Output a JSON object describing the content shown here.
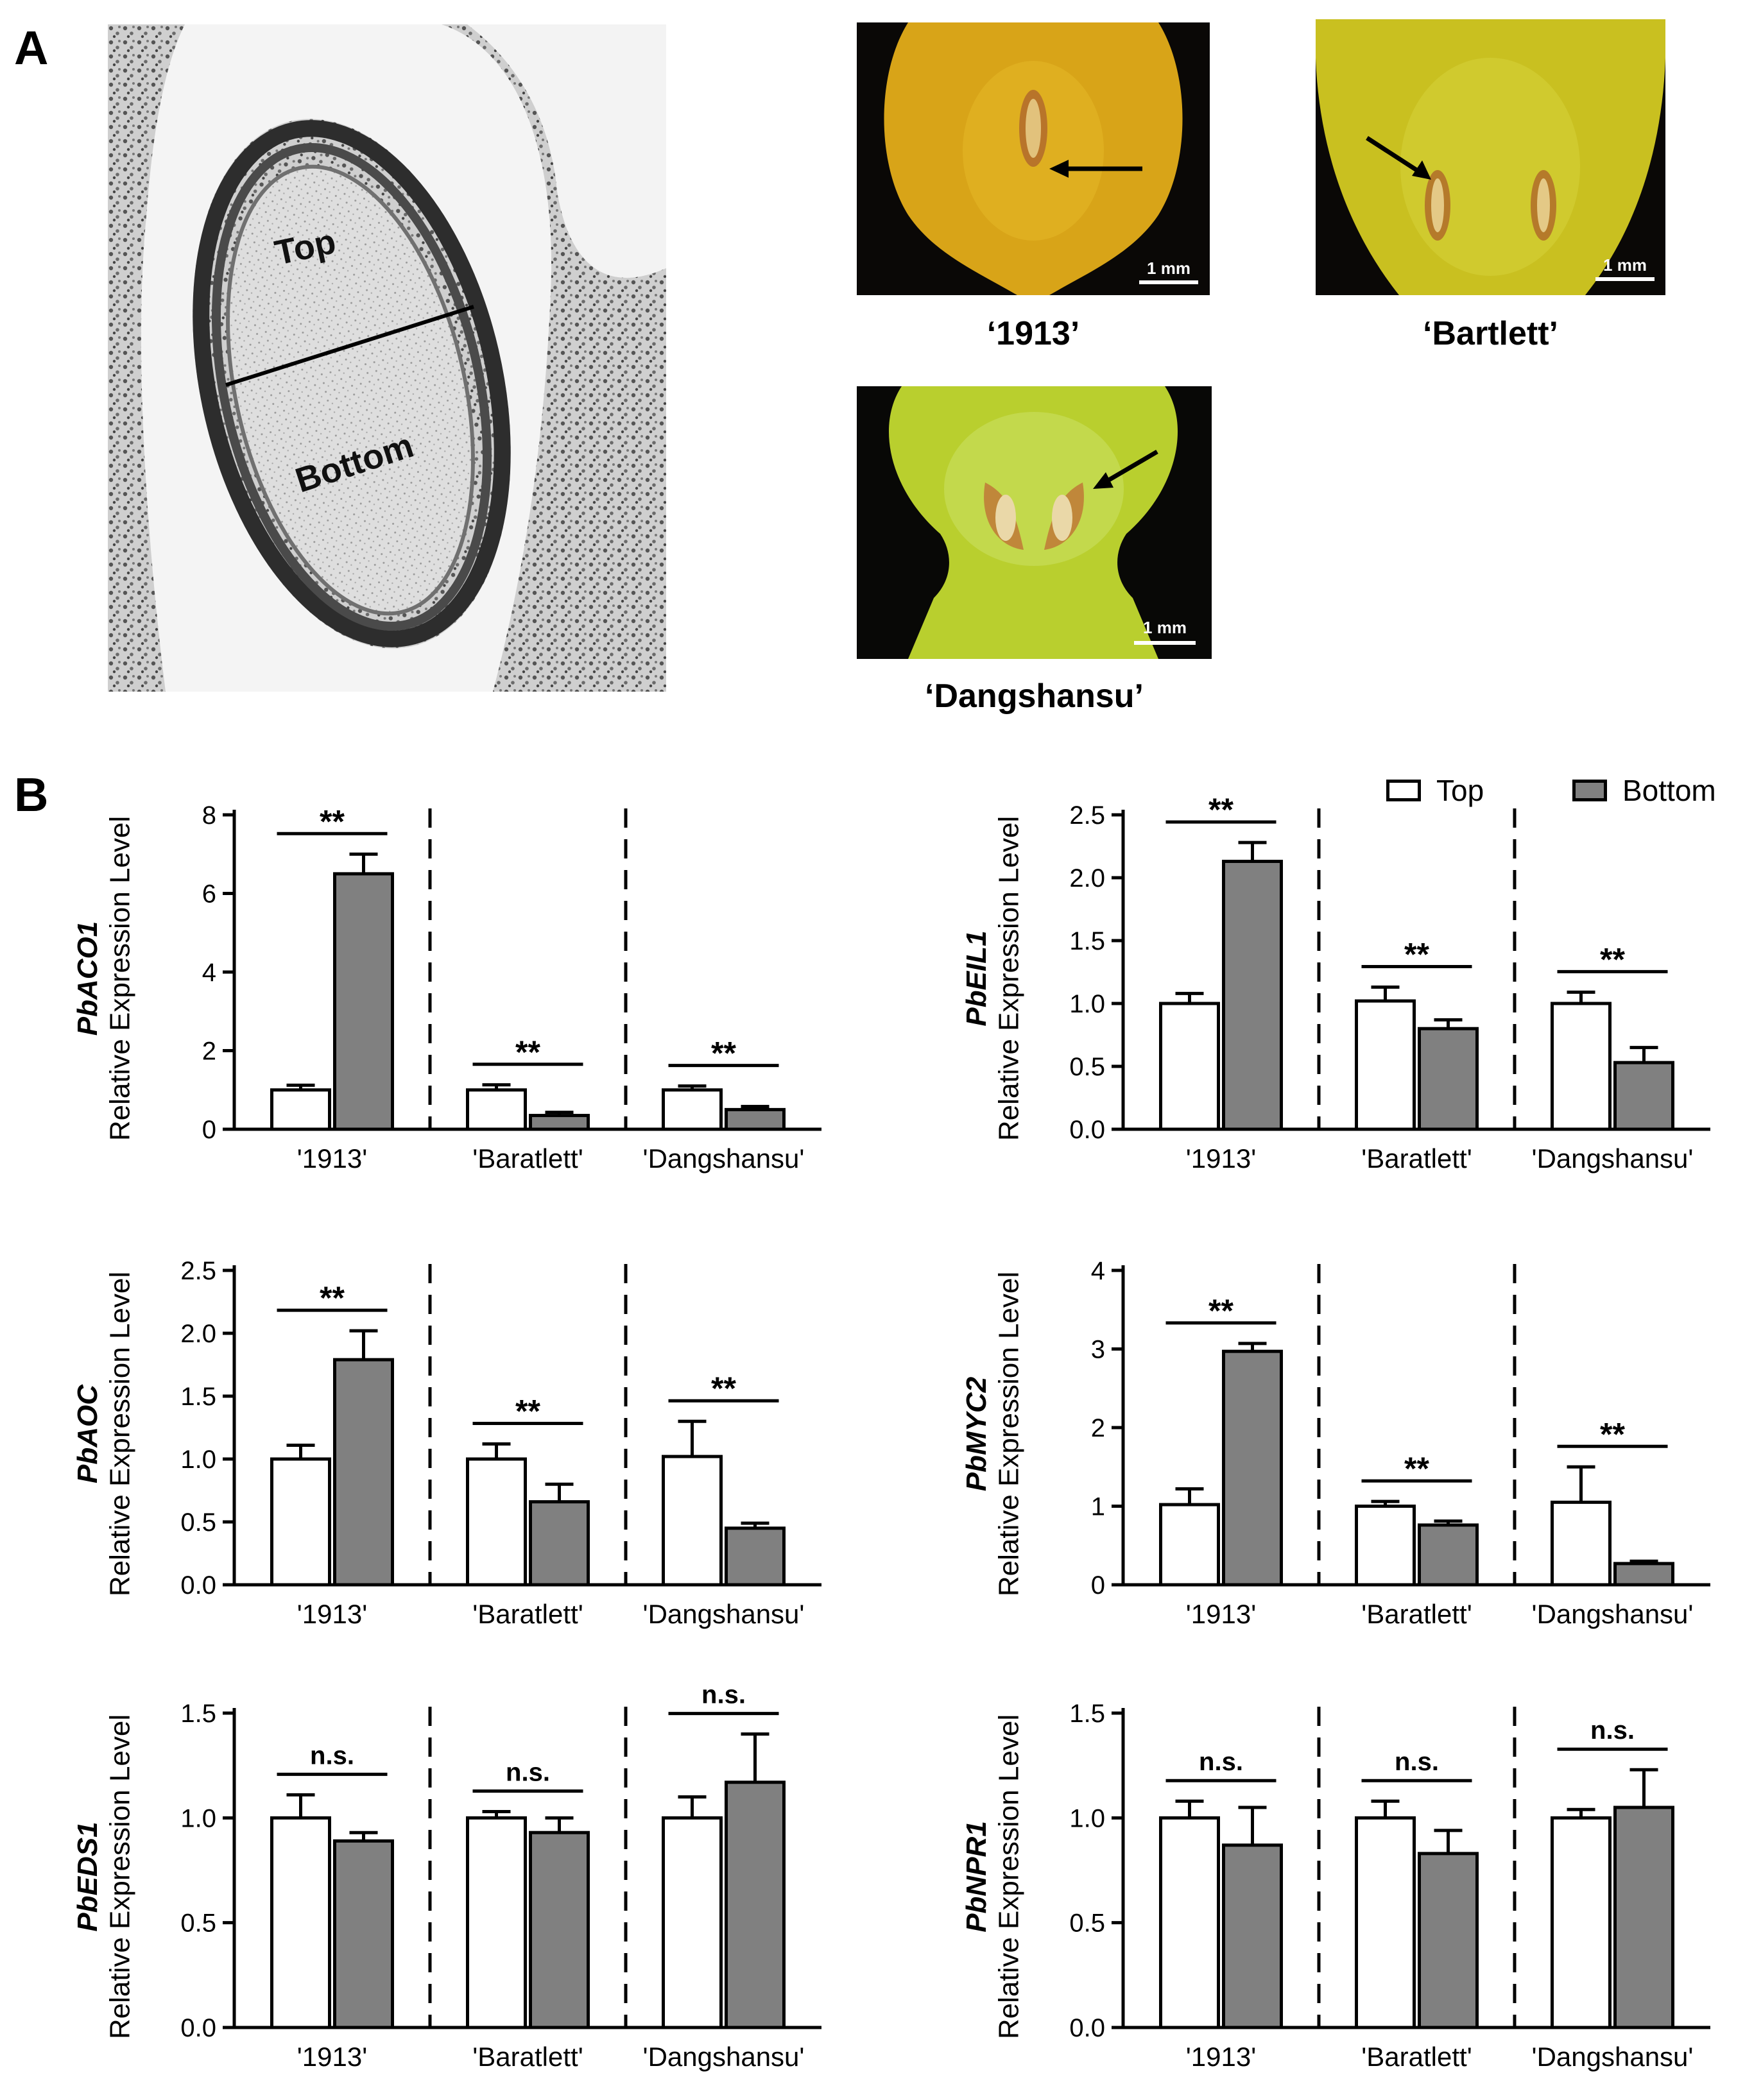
{
  "panels": {
    "a": "A",
    "b": "B"
  },
  "histology": {
    "top_label": "Top",
    "bottom_label": "Bottom"
  },
  "photos": [
    {
      "caption": "‘1913’",
      "scale": "1 mm",
      "bg": "#d8a418"
    },
    {
      "caption": "‘Bartlett’",
      "scale": "1 mm",
      "bg": "#c9c020"
    },
    {
      "caption": "‘Dangshansu’",
      "scale": "1 mm",
      "bg": "#b9cf2e"
    }
  ],
  "legend": {
    "top": "Top",
    "bottom": "Bottom"
  },
  "colors": {
    "top_fill": "#ffffff",
    "bottom_fill": "#808080",
    "stroke": "#000000"
  },
  "chart_data": [
    {
      "type": "bar",
      "gene": "PbACO1",
      "ylabel": "Relative Expression Level",
      "categories": [
        "'1913'",
        "'Baratlett'",
        "'Dangshansu'"
      ],
      "ylim": [
        0,
        8
      ],
      "ticks": [
        "0",
        "2",
        "4",
        "6",
        "8"
      ],
      "tick_values": [
        0,
        2,
        4,
        6,
        8
      ],
      "series": [
        {
          "name": "Top",
          "values": [
            1.0,
            1.0,
            1.0
          ],
          "errors": [
            0.12,
            0.13,
            0.1
          ]
        },
        {
          "name": "Bottom",
          "values": [
            6.5,
            0.35,
            0.5
          ],
          "errors": [
            0.5,
            0.08,
            0.08
          ]
        }
      ],
      "significance": [
        "**",
        "**",
        "**"
      ]
    },
    {
      "type": "bar",
      "gene": "PbEIL1",
      "ylabel": "Relative Expression Level",
      "categories": [
        "'1913'",
        "'Baratlett'",
        "'Dangshansu'"
      ],
      "ylim": [
        0,
        2.5
      ],
      "ticks": [
        "0.0",
        "0.5",
        "1.0",
        "1.5",
        "2.0",
        "2.5"
      ],
      "tick_values": [
        0,
        0.5,
        1,
        1.5,
        2,
        2.5
      ],
      "series": [
        {
          "name": "Top",
          "values": [
            1.0,
            1.02,
            1.0
          ],
          "errors": [
            0.08,
            0.11,
            0.09
          ]
        },
        {
          "name": "Bottom",
          "values": [
            2.13,
            0.8,
            0.53
          ],
          "errors": [
            0.15,
            0.07,
            0.12
          ]
        }
      ],
      "significance": [
        "**",
        "**",
        "**"
      ]
    },
    {
      "type": "bar",
      "gene": "PbAOC",
      "ylabel": "Relative Expression Level",
      "categories": [
        "'1913'",
        "'Baratlett'",
        "'Dangshansu'"
      ],
      "ylim": [
        0,
        2.5
      ],
      "ticks": [
        "0.0",
        "0.5",
        "1.0",
        "1.5",
        "2.0",
        "2.5"
      ],
      "tick_values": [
        0,
        0.5,
        1,
        1.5,
        2,
        2.5
      ],
      "series": [
        {
          "name": "Top",
          "values": [
            1.0,
            1.0,
            1.02
          ],
          "errors": [
            0.11,
            0.12,
            0.28
          ]
        },
        {
          "name": "Bottom",
          "values": [
            1.79,
            0.66,
            0.45
          ],
          "errors": [
            0.23,
            0.14,
            0.04
          ]
        }
      ],
      "significance": [
        "**",
        "**",
        "**"
      ]
    },
    {
      "type": "bar",
      "gene": "PbMYC2",
      "ylabel": "Relative Expression Level",
      "categories": [
        "'1913'",
        "'Baratlett'",
        "'Dangshansu'"
      ],
      "ylim": [
        0,
        4
      ],
      "ticks": [
        "0",
        "1",
        "2",
        "3",
        "4"
      ],
      "tick_values": [
        0,
        1,
        2,
        3,
        4
      ],
      "series": [
        {
          "name": "Top",
          "values": [
            1.02,
            1.0,
            1.05
          ],
          "errors": [
            0.2,
            0.06,
            0.45
          ]
        },
        {
          "name": "Bottom",
          "values": [
            2.97,
            0.76,
            0.27
          ],
          "errors": [
            0.1,
            0.05,
            0.03
          ]
        }
      ],
      "significance": [
        "**",
        "**",
        "**"
      ]
    },
    {
      "type": "bar",
      "gene": "PbEDS1",
      "ylabel": "Relative Expression Level",
      "categories": [
        "'1913'",
        "'Baratlett'",
        "'Dangshansu'"
      ],
      "ylim": [
        0,
        1.5
      ],
      "ticks": [
        "0.0",
        "0.5",
        "1.0",
        "1.5"
      ],
      "tick_values": [
        0,
        0.5,
        1,
        1.5
      ],
      "series": [
        {
          "name": "Top",
          "values": [
            1.0,
            1.0,
            1.0
          ],
          "errors": [
            0.11,
            0.03,
            0.1
          ]
        },
        {
          "name": "Bottom",
          "values": [
            0.89,
            0.93,
            1.17
          ],
          "errors": [
            0.04,
            0.07,
            0.23
          ]
        }
      ],
      "significance": [
        "n.s.",
        "n.s.",
        "n.s."
      ]
    },
    {
      "type": "bar",
      "gene": "PbNPR1",
      "ylabel": "Relative Expression Level",
      "categories": [
        "'1913'",
        "'Baratlett'",
        "'Dangshansu'"
      ],
      "ylim": [
        0,
        1.5
      ],
      "ticks": [
        "0.0",
        "0.5",
        "1.0",
        "1.5"
      ],
      "tick_values": [
        0,
        0.5,
        1,
        1.5
      ],
      "series": [
        {
          "name": "Top",
          "values": [
            1.0,
            1.0,
            1.0
          ],
          "errors": [
            0.08,
            0.08,
            0.04
          ]
        },
        {
          "name": "Bottom",
          "values": [
            0.87,
            0.83,
            1.05
          ],
          "errors": [
            0.18,
            0.11,
            0.18
          ]
        }
      ],
      "significance": [
        "n.s.",
        "n.s.",
        "n.s."
      ]
    }
  ]
}
